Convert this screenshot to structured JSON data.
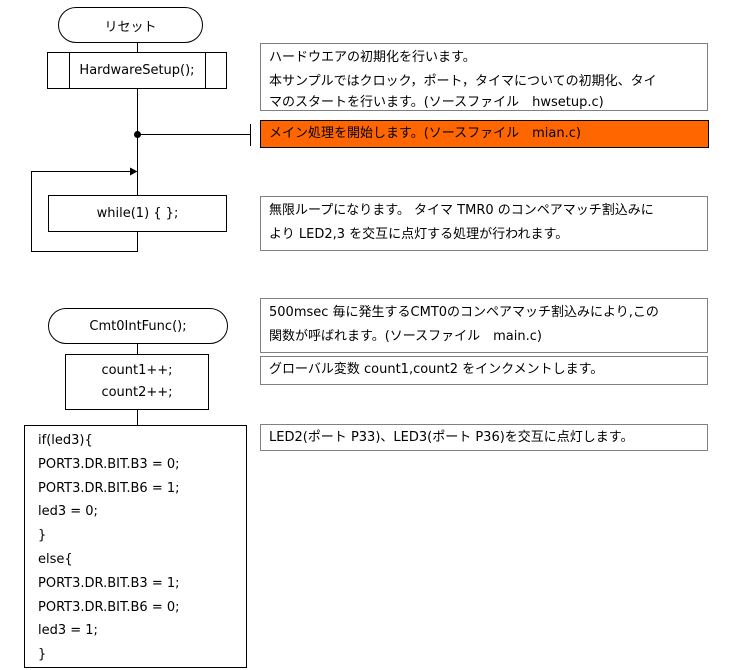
{
  "main_flow": {
    "start": "リセット",
    "setup": "HardwareSetup();",
    "loop": "while(1) { };"
  },
  "notes": {
    "setup": [
      "ハードウエアの初期化を行います。",
      "本サンプルではクロック，ポート，タイマについての初期化、タイ",
      "マのスタートを行います。(ソースファイル　hwsetup.c)"
    ],
    "main": "メイン処理を開始します。(ソースファイル　mian.c)",
    "loop": [
      "無限ループになります。 タイマ TMR0 のコンペアマッチ割込みに",
      "より LED2,3 を交互に点灯する処理が行われます。"
    ],
    "isr": [
      "500msec 毎に発生するCMT0のコンペアマッチ割込みにより,この",
      "関数が呼ばれます。(ソースファイル　main.c)"
    ],
    "count": "グローバル変数 count1,count2 をインクメントします。",
    "led": "LED2(ポート P33)、LED3(ポート P36)を交互に点灯します。"
  },
  "isr_flow": {
    "start": "Cmt0IntFunc();",
    "count": [
      "count1++;",
      "count2++;"
    ],
    "code": [
      "if(led3){",
      "PORT3.DR.BIT.B3 = 0;",
      "PORT3.DR.BIT.B6 = 1;",
      "led3 = 0;",
      "}",
      "else{",
      "PORT3.DR.BIT.B3 = 1;",
      "PORT3.DR.BIT.B6 = 0;",
      "led3 = 1;",
      "}"
    ]
  },
  "colors": {
    "highlight": "#FF6600"
  }
}
